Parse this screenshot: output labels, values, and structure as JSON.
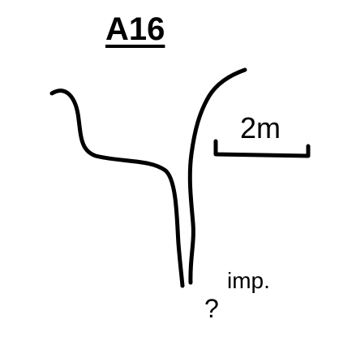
{
  "title": "A16",
  "scale_bar": {
    "label": "2m"
  },
  "annotations": {
    "imp": "imp.",
    "question": "?"
  },
  "colors": {
    "ink": "#000000",
    "background": "#ffffff"
  }
}
